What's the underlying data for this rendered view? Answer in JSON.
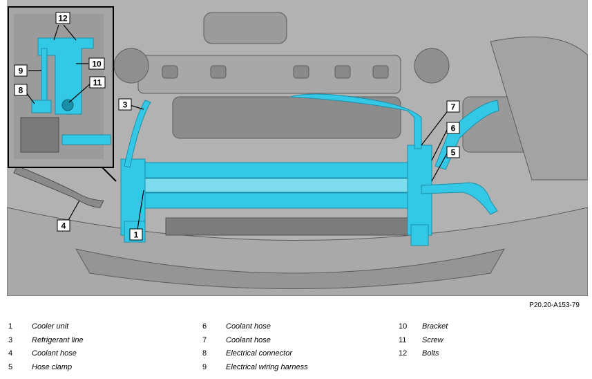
{
  "figure": {
    "reference_code": "P20.20-A153-79",
    "callouts": [
      "12",
      "10",
      "9",
      "11",
      "8",
      "3",
      "7",
      "6",
      "5",
      "4",
      "1"
    ]
  },
  "legend": {
    "columns": [
      [
        {
          "number": "1",
          "label": "Cooler unit"
        },
        {
          "number": "3",
          "label": "Refrigerant line"
        },
        {
          "number": "4",
          "label": "Coolant hose"
        },
        {
          "number": "5",
          "label": "Hose clamp"
        }
      ],
      [
        {
          "number": "6",
          "label": "Coolant hose"
        },
        {
          "number": "7",
          "label": "Coolant hose"
        },
        {
          "number": "8",
          "label": "Electrical connector"
        },
        {
          "number": "9",
          "label": "Electrical wiring harness"
        }
      ],
      [
        {
          "number": "10",
          "label": "Bracket"
        },
        {
          "number": "11",
          "label": "Screw"
        },
        {
          "number": "12",
          "label": "Bolts"
        }
      ]
    ]
  },
  "colors": {
    "highlight": "#33c8e6",
    "engine_fill": "#a6a6a6",
    "engine_dark": "#6e6e6e",
    "background": "#ffffff"
  }
}
